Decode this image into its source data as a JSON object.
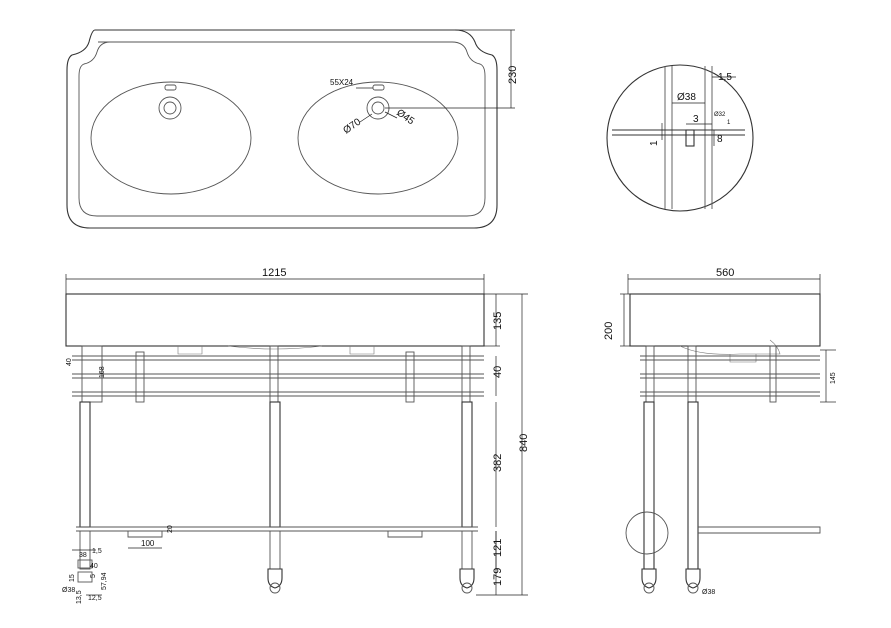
{
  "top_view": {
    "overall_depth": "230",
    "overflow_hole": "55X24",
    "tap_hole_outer": "Ø70",
    "tap_hole_inner": "Ø45"
  },
  "detail_view": {
    "dim_15": "1,5",
    "dim_38": "Ø38",
    "dim_3": "3",
    "dim_32": "Ø32",
    "dim_1_small": "1",
    "dim_8": "8",
    "dim_1": "1"
  },
  "front_view": {
    "width": "1215",
    "basin_height": "135",
    "total_height": "840",
    "rail_spacing_left": "40",
    "rail_height": "168",
    "rail_spacing_right": "40",
    "leg_height": "382",
    "foot_height": "121",
    "lower_height": "179",
    "shelf_thickness": "20",
    "bracket_width": "100",
    "foot_detail": {
      "d15": "1,5",
      "d38": "38",
      "d40": "40",
      "d15b": "15",
      "d5": "5",
      "d5794": "57,94",
      "d38b": "Ø38",
      "d135": "13,5",
      "d125": "12,5"
    }
  },
  "side_view": {
    "depth": "560",
    "basin_height": "200",
    "rail_height": "145",
    "foot_diameter": "Ø38"
  }
}
